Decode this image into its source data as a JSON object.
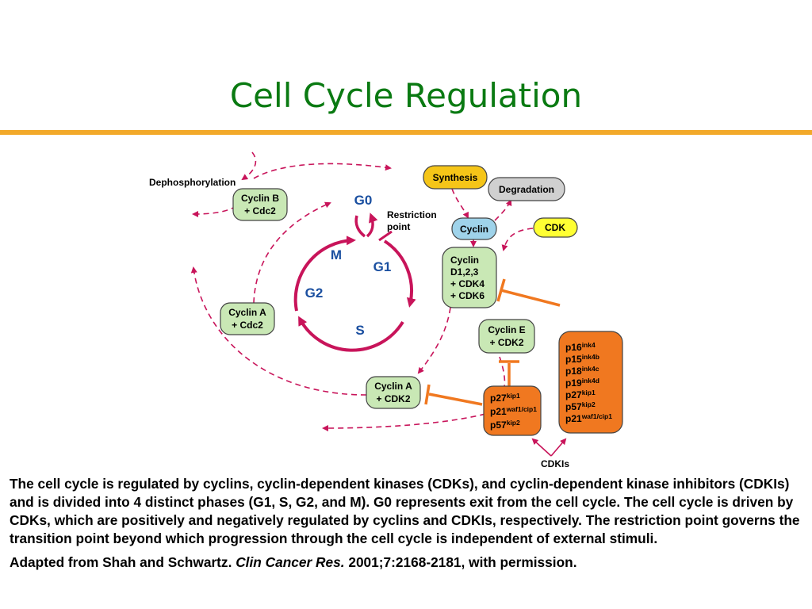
{
  "title": "Cell Cycle Regulation",
  "diagram": {
    "phases": {
      "g0": "G0",
      "g1": "G1",
      "s": "S",
      "g2": "G2",
      "m": "M"
    },
    "labels": {
      "dephosphorylation": "Dephosphorylation",
      "restriction_point_line1": "Restriction",
      "restriction_point_line2": "point",
      "synthesis": "Synthesis",
      "degradation": "Degradation",
      "cyclin": "Cyclin",
      "cdk": "CDK",
      "cdkis": "CDKIs"
    },
    "complexes": {
      "cyclin_b_cdc2": [
        "Cyclin B",
        "+ Cdc2"
      ],
      "cyclin_a_cdc2": [
        "Cyclin A",
        "+ Cdc2"
      ],
      "cyclin_d_cdk46": [
        "Cyclin",
        "D1,2,3",
        "+ CDK4",
        "+ CDK6"
      ],
      "cyclin_e_cdk2": [
        "Cyclin E",
        "+ CDK2"
      ],
      "cyclin_a_cdk2": [
        "Cyclin A",
        "+ CDK2"
      ]
    },
    "inhibitors_small": [
      {
        "base": "p27",
        "sup": "kip1"
      },
      {
        "base": "p21",
        "sup": "waf1/cip1"
      },
      {
        "base": "p57",
        "sup": "kip2"
      }
    ],
    "inhibitors_large": [
      {
        "base": "p16",
        "sup": "ink4"
      },
      {
        "base": "p15",
        "sup": "ink4b"
      },
      {
        "base": "p18",
        "sup": "ink4c"
      },
      {
        "base": "p19",
        "sup": "ink4d"
      },
      {
        "base": "p27",
        "sup": "kip1"
      },
      {
        "base": "p57",
        "sup": "kip2"
      },
      {
        "base": "p21",
        "sup": "waf1/cip1"
      }
    ],
    "colors": {
      "cycle": "#c8145a",
      "dashed_arrow": "#c8145a",
      "inhibit": "#f07820",
      "complex_fill": "#c9e8b5",
      "inhibitor_fill": "#f07820",
      "synthesis_fill": "#f5c518",
      "degradation_fill": "#d0d0d0",
      "cyclin_fill": "#9fd3ea",
      "cdk_fill": "#ffff33",
      "phase_text": "#1a4fa0"
    }
  },
  "caption": "The cell cycle is regulated by cyclins, cyclin-dependent kinases (CDKs), and cyclin-dependent kinase inhibitors (CDKIs) and is divided into 4 distinct phases (G1, S, G2, and M). G0 represents exit from the cell cycle. The cell cycle is driven by CDKs, which are positively and negatively regulated by cyclins and CDKIs, respectively. The restriction point governs the transition point beyond which progression through the cell cycle is independent of external stimuli.",
  "citation": {
    "prefix": "Adapted from Shah and Schwartz. ",
    "journal": "Clin Cancer Res.",
    "suffix": " 2001;7:2168-2181, with permission."
  }
}
